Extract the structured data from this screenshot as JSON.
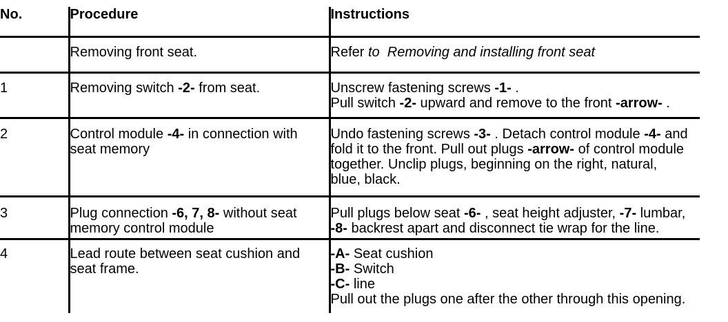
{
  "colors": {
    "text": "#000000",
    "line": "#000000",
    "background": "#ffffff"
  },
  "table": {
    "columns": [
      {
        "label": "No."
      },
      {
        "label": "Procedure"
      },
      {
        "label": "Instructions"
      }
    ],
    "rows": [
      {
        "no": "",
        "procedure": [
          [
            {
              "t": "Removing front seat."
            }
          ]
        ],
        "instructions": [
          [
            {
              "t": "Refer "
            },
            {
              "t": "to",
              "i": true
            },
            {
              "t": "  "
            },
            {
              "t": "Removing and installing front seat",
              "i": true
            }
          ]
        ]
      },
      {
        "no": "1",
        "procedure": [
          [
            {
              "t": "Removing switch "
            },
            {
              "t": "-2-",
              "b": true
            },
            {
              "t": " from seat."
            }
          ]
        ],
        "instructions": [
          [
            {
              "t": "Unscrew fastening screws "
            },
            {
              "t": "-1-",
              "b": true
            },
            {
              "t": " ."
            }
          ],
          [
            {
              "t": "Pull switch "
            },
            {
              "t": "-2-",
              "b": true
            },
            {
              "t": " upward and remove to the front "
            },
            {
              "t": "-arrow-",
              "b": true
            },
            {
              "t": " ."
            }
          ]
        ]
      },
      {
        "no": "2",
        "procedure": [
          [
            {
              "t": "Control module "
            },
            {
              "t": "-4-",
              "b": true
            },
            {
              "t": " in connection with"
            }
          ],
          [
            {
              "t": "seat memory"
            }
          ]
        ],
        "instructions": [
          [
            {
              "t": "Undo fastening screws "
            },
            {
              "t": "-3-",
              "b": true
            },
            {
              "t": " . Detach control module "
            },
            {
              "t": "-4-",
              "b": true
            },
            {
              "t": " and"
            }
          ],
          [
            {
              "t": "fold it to the front. Pull out plugs "
            },
            {
              "t": "-arrow-",
              "b": true
            },
            {
              "t": " of control module"
            }
          ],
          [
            {
              "t": "together. Unclip plugs, beginning on the right, natural,"
            }
          ],
          [
            {
              "t": "blue, black."
            }
          ]
        ]
      },
      {
        "no": "3",
        "procedure": [
          [
            {
              "t": "Plug connection "
            },
            {
              "t": "-6, 7, 8-",
              "b": true
            },
            {
              "t": " without seat"
            }
          ],
          [
            {
              "t": "memory control module"
            }
          ]
        ],
        "instructions": [
          [
            {
              "t": "Pull plugs below seat "
            },
            {
              "t": "-6-",
              "b": true
            },
            {
              "t": " , seat height adjuster, "
            },
            {
              "t": "-7-",
              "b": true
            },
            {
              "t": " lumbar,"
            }
          ],
          [
            {
              "t": "-8-",
              "b": true
            },
            {
              "t": " backrest apart and disconnect tie wrap for the line."
            }
          ]
        ]
      },
      {
        "no": "4",
        "procedure": [
          [
            {
              "t": "Lead route between seat cushion and"
            }
          ],
          [
            {
              "t": "seat frame."
            }
          ]
        ],
        "instructions": [
          [
            {
              "t": "-A-",
              "b": true
            },
            {
              "t": " Seat cushion"
            }
          ],
          [
            {
              "t": "-B-",
              "b": true
            },
            {
              "t": " Switch"
            }
          ],
          [
            {
              "t": "-C-",
              "b": true
            },
            {
              "t": " line"
            }
          ],
          [
            {
              "t": "Pull out the plugs one after the other through this opening."
            }
          ]
        ]
      }
    ]
  }
}
